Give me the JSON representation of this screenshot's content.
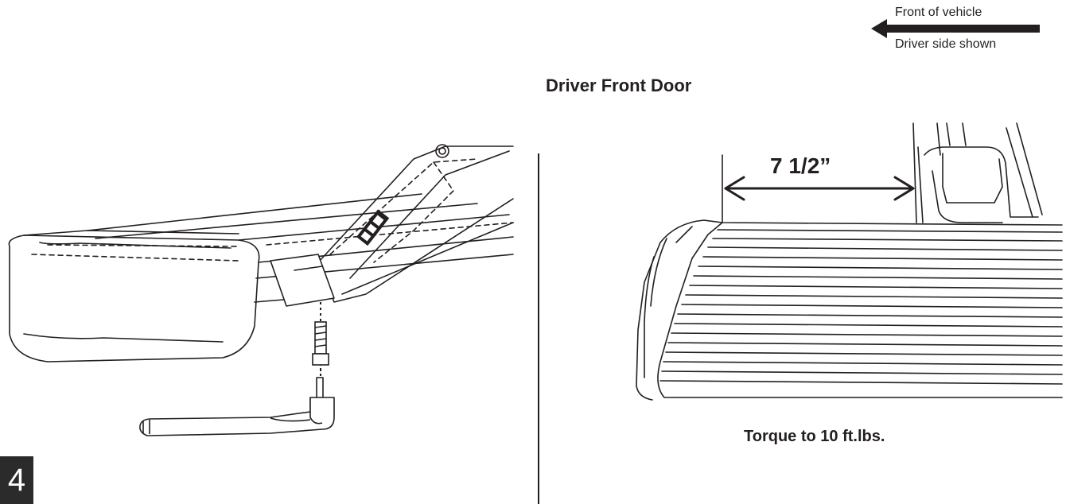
{
  "legend": {
    "front_label": "Front of vehicle",
    "side_label": "Driver side shown",
    "arrow_icon": "arrow-left-icon"
  },
  "section_title": "Driver Front Door",
  "dimension_label": "7 1/2”",
  "torque_note": "Torque to 10 ft.lbs.",
  "step_number": "4",
  "colors": {
    "ink": "#231f20",
    "badge": "#2b2b2b"
  }
}
